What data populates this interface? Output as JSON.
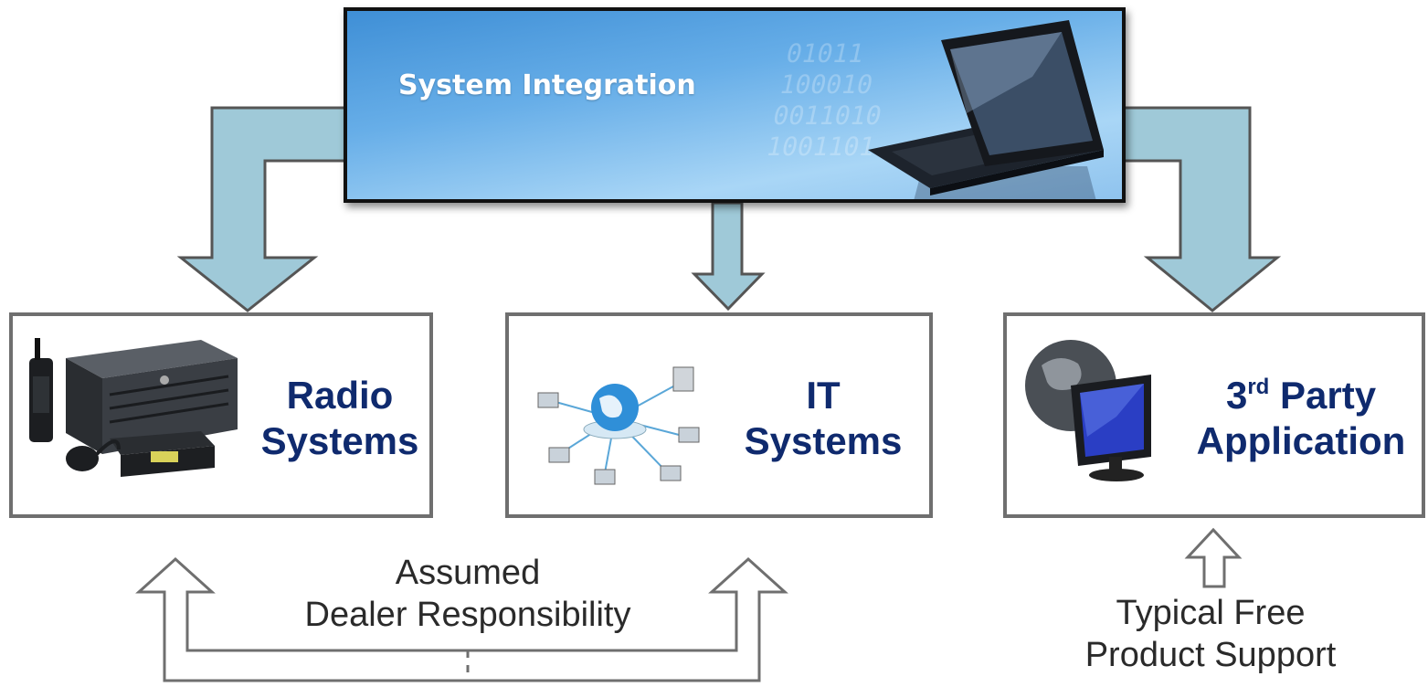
{
  "banner": {
    "title": "System Integration",
    "image": "laptop-image"
  },
  "boxes": [
    {
      "id": "radio",
      "line1": "Radio",
      "line2": "Systems",
      "image": "radio-equipment-image"
    },
    {
      "id": "it",
      "line1": "IT",
      "line2": "Systems",
      "image": "network-globe-image"
    },
    {
      "id": "third",
      "line1_num": "3",
      "line1_sup": "rd",
      "line1_rest": "Party",
      "line2": "Application",
      "image": "globe-monitor-image"
    }
  ],
  "notes": {
    "dealer": {
      "line1": "Assumed",
      "line2": "Dealer Responsibility"
    },
    "support": {
      "line1": "Typical Free",
      "line2": "Product Support"
    }
  },
  "colors": {
    "arrow_fill": "#9fc9d8",
    "arrow_stroke": "#555555",
    "box_border": "#6f6f6f",
    "label_text": "#0f2a6e",
    "note_text": "#2a2a2a"
  }
}
